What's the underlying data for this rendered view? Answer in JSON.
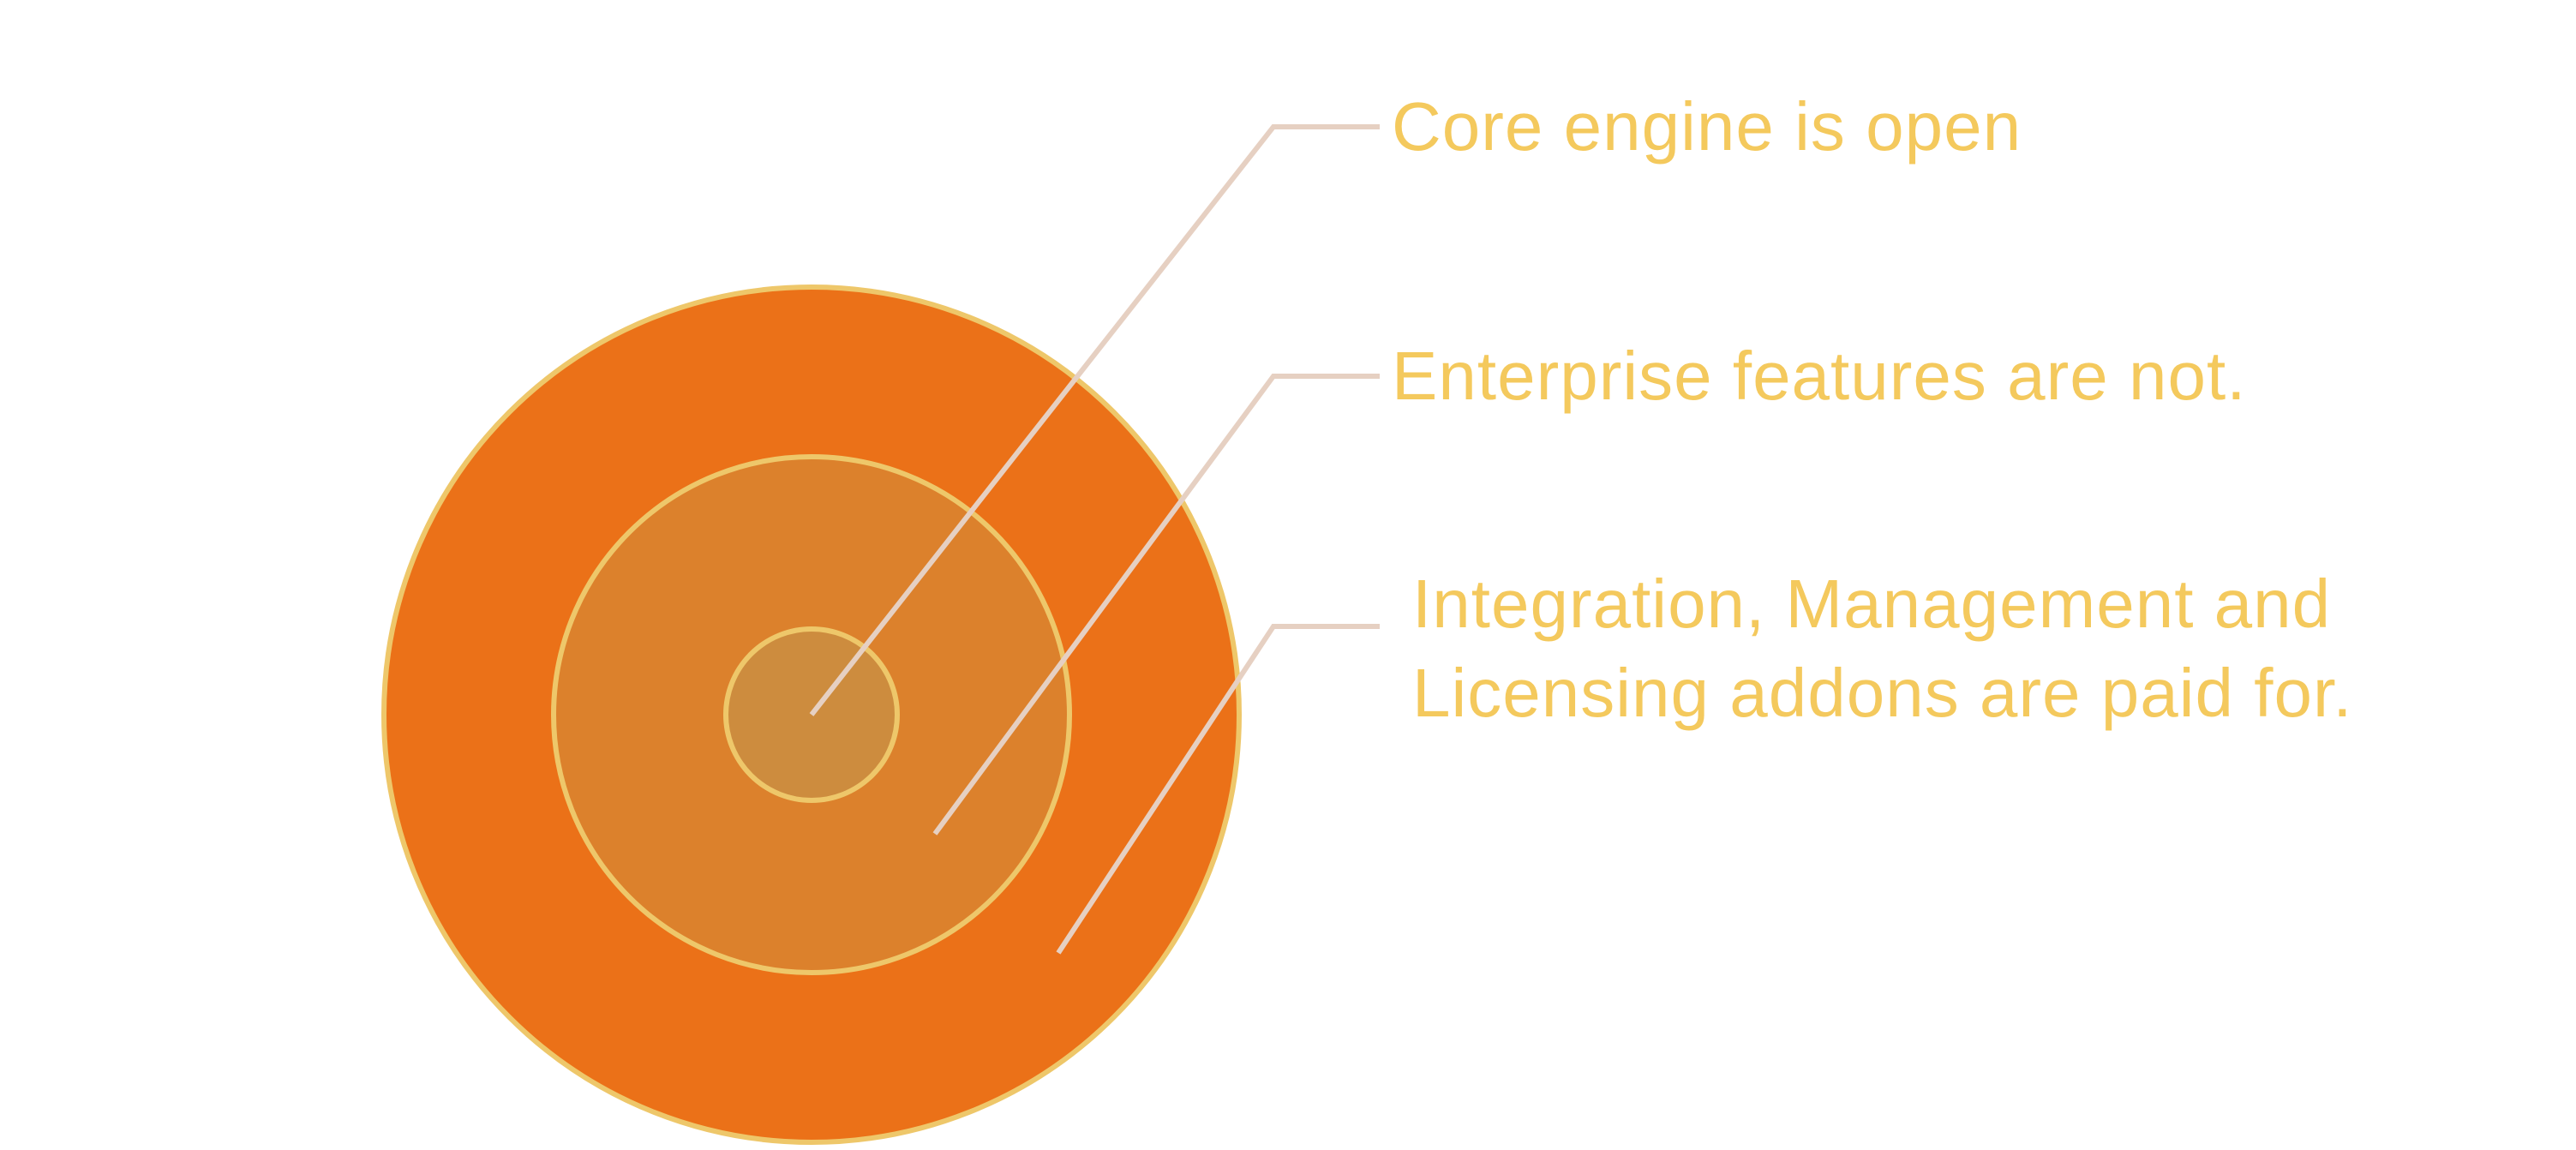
{
  "colors": {
    "outer": "#EB7118",
    "middle": "#DC812C",
    "inner": "#CD8C3E",
    "ring_stroke": "#EEC76A",
    "leader": "#E6D0C2",
    "text": "#F4C95D"
  },
  "labels": {
    "core": "Core engine is open",
    "enterprise": "Enterprise features are not.",
    "addons_line1": "Integration, Management and",
    "addons_line2": "Licensing addons are paid for."
  }
}
